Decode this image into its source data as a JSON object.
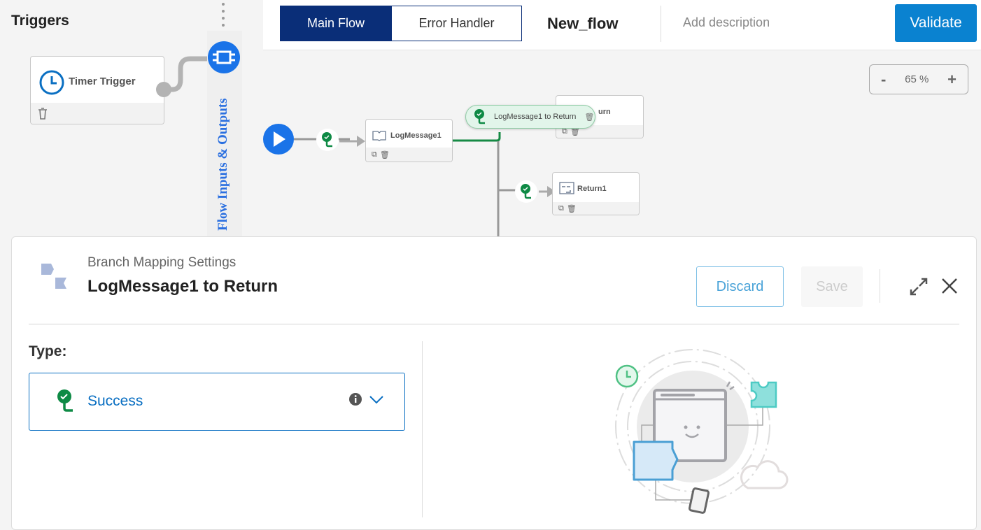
{
  "triggers": {
    "title": "Triggers",
    "items": [
      {
        "label": "Timer Trigger"
      }
    ]
  },
  "io_panel": {
    "label": "Flow Inputs & Outputs"
  },
  "header": {
    "tabs": [
      {
        "label": "Main Flow",
        "active": true
      },
      {
        "label": "Error Handler",
        "active": false
      }
    ],
    "flow_name": "New_flow",
    "description_placeholder": "Add description",
    "validate_label": "Validate"
  },
  "zoom": {
    "minus": "-",
    "value": "65 %",
    "plus": "+"
  },
  "canvas": {
    "nodes": [
      {
        "label": "LogMessage1"
      },
      {
        "label": "Return"
      },
      {
        "label": "Return1"
      }
    ],
    "branch_tooltip": "LogMessage1 to Return",
    "partial_return_text": "urn"
  },
  "panel": {
    "subtitle": "Branch Mapping Settings",
    "title": "LogMessage1 to Return",
    "discard_label": "Discard",
    "save_label": "Save",
    "type_label": "Type:",
    "type_value": "Success"
  },
  "colors": {
    "navy": "#0a2e78",
    "blue": "#0a82d0",
    "green": "#0e8a45",
    "play": "#1a73e8"
  }
}
